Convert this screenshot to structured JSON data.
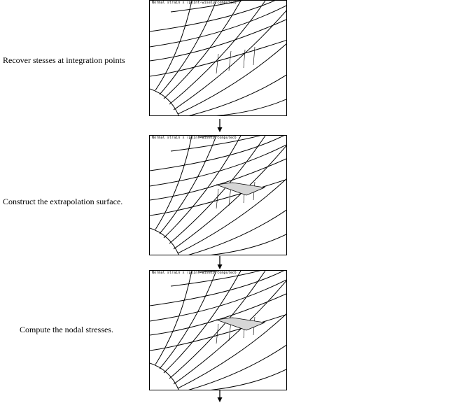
{
  "steps": [
    {
      "label": "Recover stesses at integration points",
      "panel_title": "Normal strain x (point-wisely computed)",
      "patch": false
    },
    {
      "label": "Construct the extrapolation surface.",
      "panel_title": "Normal strain x (point-wisely computed)",
      "patch": true
    },
    {
      "label": "Compute the nodal stresses.",
      "panel_title": "Normal strain x (point-wisely computed)",
      "patch": true
    }
  ],
  "colors": {
    "line": "#000000",
    "patch_fill": "#d6d6d6",
    "background": "#ffffff"
  },
  "icons": {
    "flow_arrow": "down-arrow-icon"
  }
}
